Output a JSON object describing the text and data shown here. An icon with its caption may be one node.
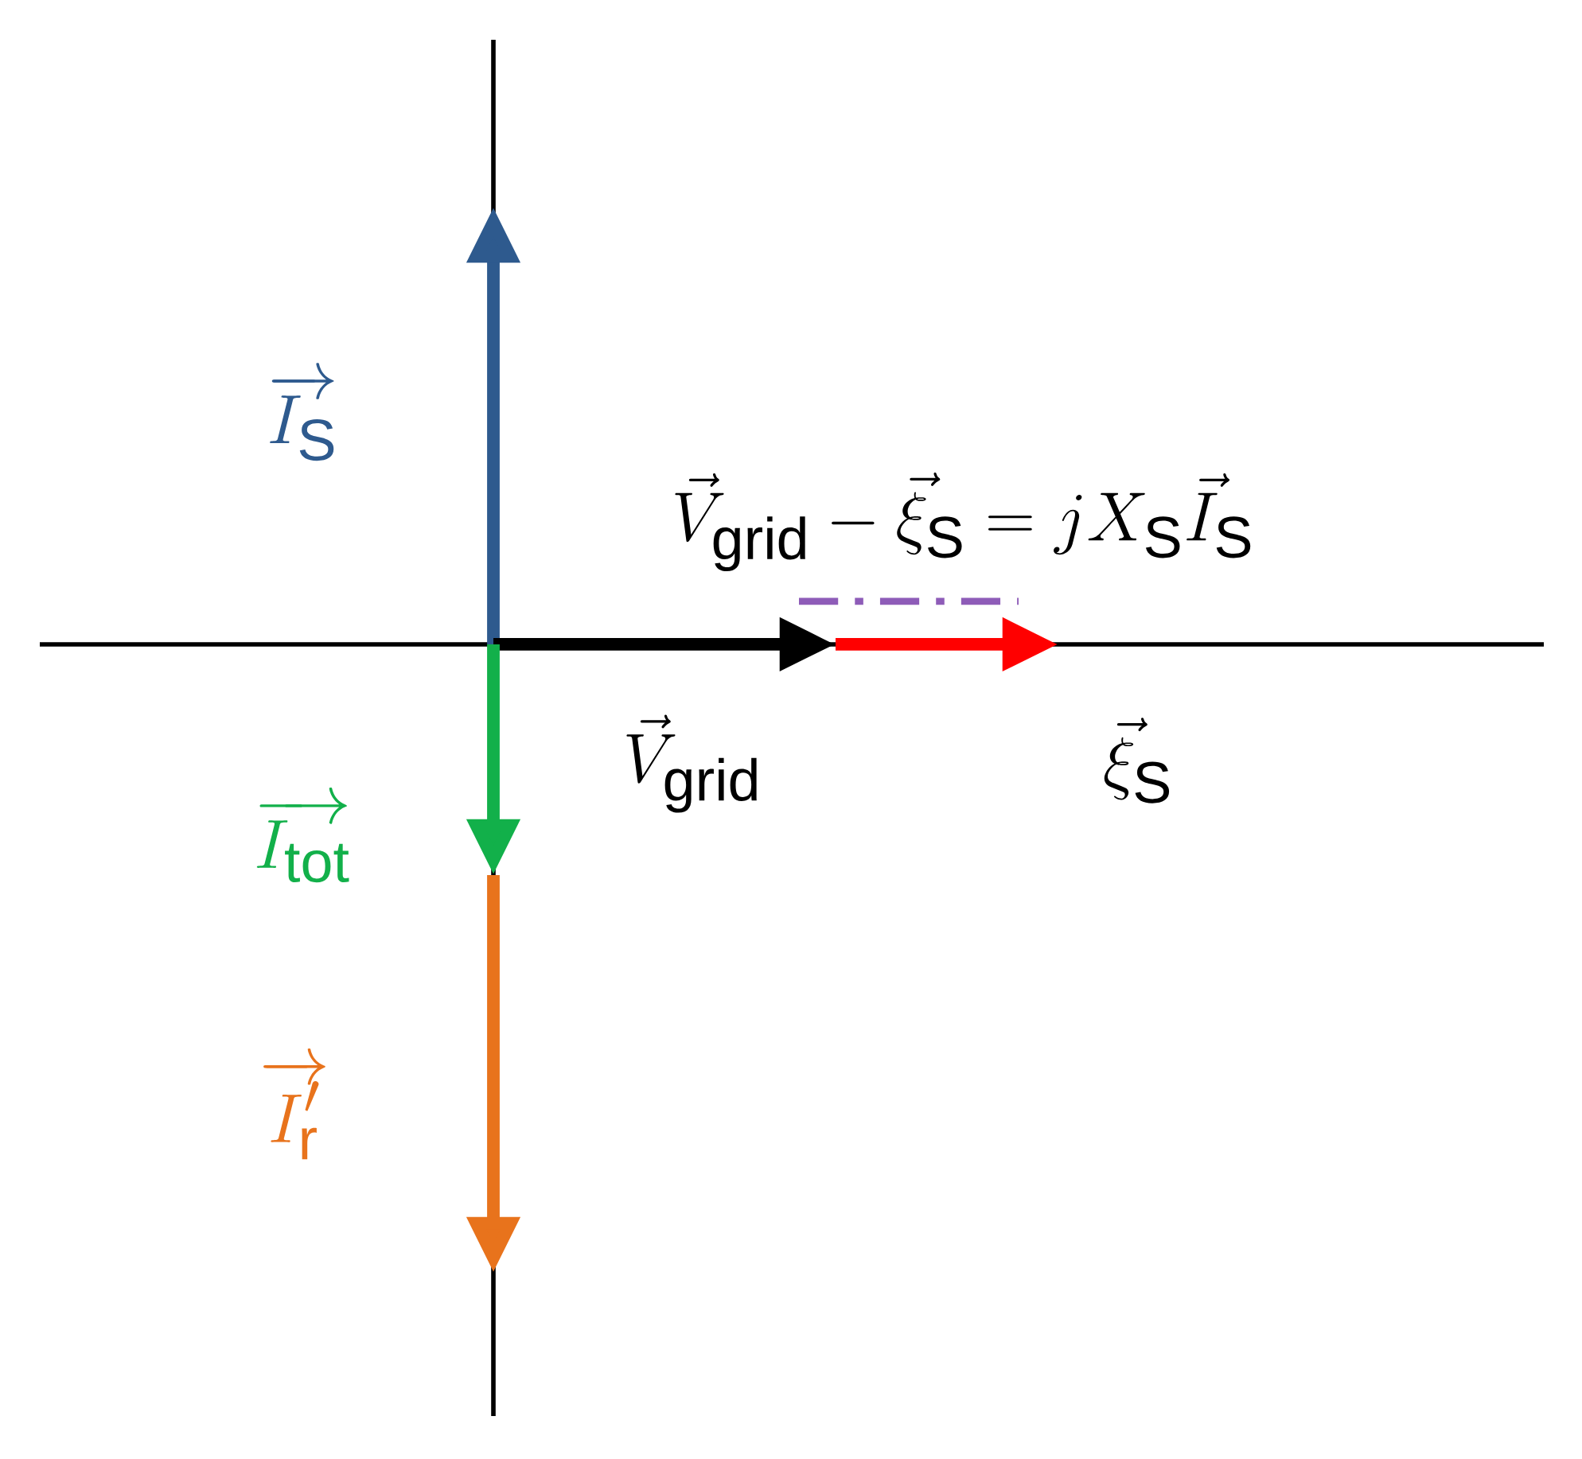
{
  "diagram": {
    "labels": [
      "\\overrightarrow{I_{\\mathrm{S}}}",
      "\\vec{V}_{\\mathrm{grid}} - \\vec{\\xi}_{\\mathrm{S}} = jX_{\\mathrm{S}}\\vec{I}_{\\mathrm{S}}",
      "\\vec{V}_{\\mathrm{grid}}",
      "\\vec{\\xi}_{\\mathrm{S}}",
      "\\overrightarrow{I_{\\mathrm{tot}}}",
      "\\overrightarrow{I'_{\\mathrm{r}}}"
    ]
  }
}
